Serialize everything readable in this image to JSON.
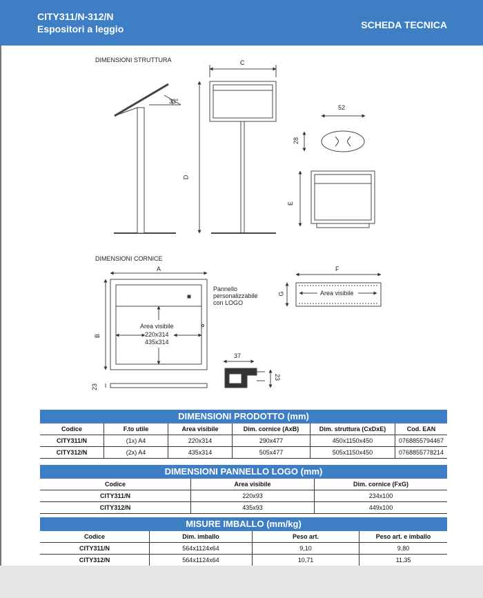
{
  "header": {
    "product_code": "CITY311/N-312/N",
    "product_name": "Espositori a leggio",
    "sheet_label": "SCHEDA TECNICA"
  },
  "drawing": {
    "structure_title": "DIMENSIONI STRUTTURA",
    "frame_title": "DIMENSIONI CORNICE",
    "angle_label": "33°",
    "dim_c": "C",
    "dim_d": "D",
    "dim_e": "E",
    "dim_52": "52",
    "dim_28": "28",
    "dim_a": "A",
    "dim_b": "B",
    "dim_f": "F",
    "dim_g": "G",
    "dim_37": "37",
    "dim_23a": "23",
    "dim_23b": "23",
    "panel_note_1": "Pannello",
    "panel_note_2": "personalizzabile",
    "panel_note_3": "con LOGO",
    "visible_area_1": "Area visibile",
    "visible_area_2": "220x314",
    "visible_area_3": "435x314",
    "visible_area_logo": "Area visibile"
  },
  "product_table": {
    "title": "DIMENSIONI PRODOTTO (mm)",
    "headers": [
      "Codice",
      "F.to utile",
      "Area visibile",
      "Dim. cornice (AxB)",
      "Dim. struttura (CxDxE)",
      "Cod. EAN"
    ],
    "rows": [
      [
        "CITY311/N",
        "(1x) A4",
        "220x314",
        "290x477",
        "450x1150x450",
        "0768855794467"
      ],
      [
        "CITY312/N",
        "(2x) A4",
        "435x314",
        "505x477",
        "505x1150x450",
        "0768855778214"
      ]
    ]
  },
  "logo_table": {
    "title": "DIMENSIONI PANNELLO LOGO (mm)",
    "headers": [
      "Codice",
      "Area visibile",
      "Dim. cornice (FxG)"
    ],
    "rows": [
      [
        "CITY311/N",
        "220x93",
        "234x100"
      ],
      [
        "CITY312/N",
        "435x93",
        "449x100"
      ]
    ]
  },
  "pack_table": {
    "title": "MISURE IMBALLO (mm/kg)",
    "headers": [
      "Codice",
      "Dim. imballo",
      "Peso art.",
      "Peso art. e imballo"
    ],
    "rows": [
      [
        "CITY311/N",
        "564x1124x64",
        "9,10",
        "9,80"
      ],
      [
        "CITY312/N",
        "564x1124x64",
        "10,71",
        "11,35"
      ]
    ]
  }
}
